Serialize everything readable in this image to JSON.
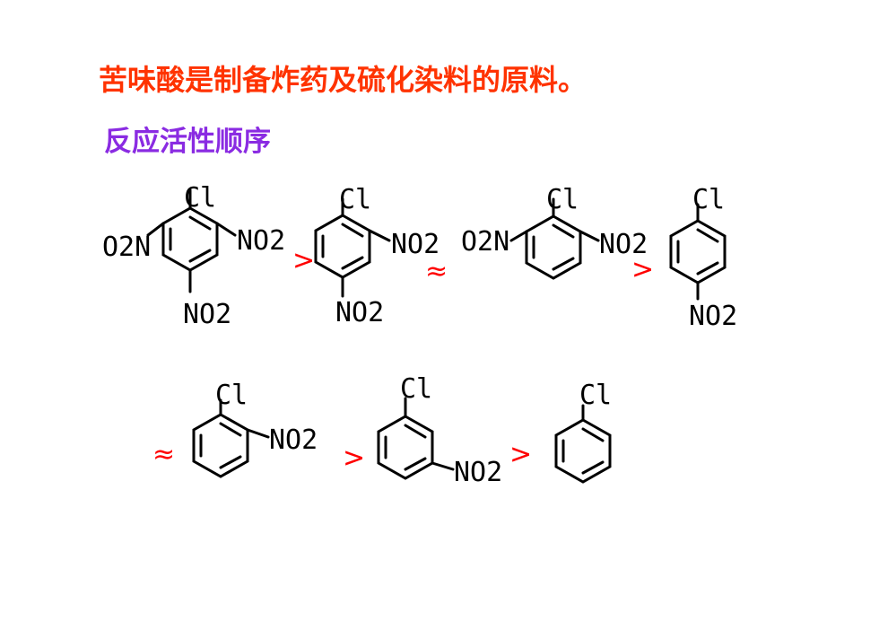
{
  "slide": {
    "title": "苦味酸是制备炸药及硫化染料的原料。",
    "subtitle": "反应活性顺序",
    "colors": {
      "title": "#ff3300",
      "subtitle": "#8a2be2",
      "operator": "#ff0000"
    }
  },
  "molecules": [
    {
      "id": "m1",
      "labels": {
        "cl": "Cl",
        "no2_right": "NO2",
        "no2_left": "O2N",
        "no2_bottom": "NO2"
      }
    },
    {
      "id": "m2",
      "labels": {
        "cl": "Cl",
        "no2_right": "NO2",
        "no2_bottom": "NO2"
      }
    },
    {
      "id": "m3",
      "labels": {
        "cl": "Cl",
        "no2_right": "NO2",
        "no2_left": "O2N"
      }
    },
    {
      "id": "m4",
      "labels": {
        "cl": "Cl",
        "no2_bottom": "NO2"
      }
    },
    {
      "id": "m5",
      "labels": {
        "cl": "Cl",
        "no2_right": "NO2"
      }
    },
    {
      "id": "m6",
      "labels": {
        "cl": "Cl",
        "no2_right": "NO2"
      }
    },
    {
      "id": "m7",
      "labels": {
        "cl": "Cl"
      }
    }
  ],
  "operators": [
    ">",
    "≈",
    ">",
    "≈",
    ">",
    ">"
  ]
}
